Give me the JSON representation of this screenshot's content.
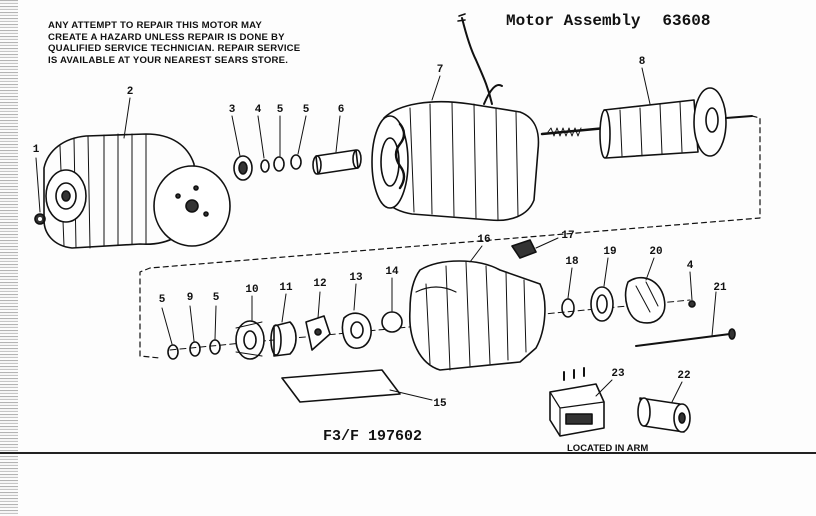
{
  "warning_lines": [
    "ANY ATTEMPT TO REPAIR THIS MOTOR MAY",
    "CREATE A HAZARD UNLESS REPAIR IS DONE BY",
    "QUALIFIED SERVICE TECHNICIAN. REPAIR SERVICE",
    "IS AVAILABLE AT YOUR NEAREST SEARS STORE."
  ],
  "title": "Motor Assembly",
  "assembly_number": "63608",
  "figure_id": "F3/F 197602",
  "location_note": "LOCATED IN ARM",
  "callouts": {
    "p1": "1",
    "p2": "2",
    "p3": "3",
    "p4a": "4",
    "p5a": "5",
    "p5b": "5",
    "p6": "6",
    "p7": "7",
    "p8": "8",
    "p5c": "5",
    "p9": "9",
    "p5d": "5",
    "p10": "10",
    "p11": "11",
    "p12": "12",
    "p13": "13",
    "p14": "14",
    "p15": "15",
    "p16": "16",
    "p17": "17",
    "p18": "18",
    "p19": "19",
    "p20": "20",
    "p4b": "4",
    "p21": "21",
    "p22": "22",
    "p23": "23"
  }
}
